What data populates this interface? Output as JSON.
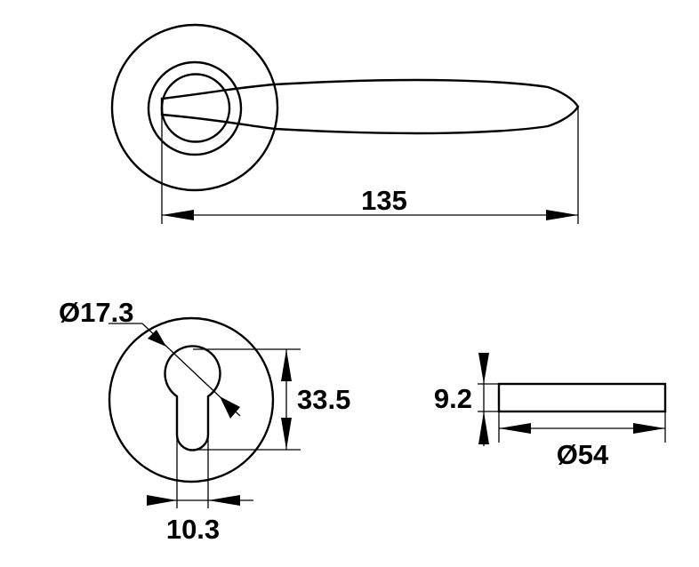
{
  "drawing": {
    "lever_view": {
      "overall_length_label": "135"
    },
    "escutcheon_view": {
      "keyhole_diameter_label": "Ø17.3",
      "keyhole_height_label": "33.5",
      "slot_width_label": "10.3"
    },
    "side_view": {
      "thickness_label": "9.2",
      "diameter_label": "Ø54"
    }
  },
  "colors": {
    "line": "#000000",
    "background": "#ffffff"
  }
}
